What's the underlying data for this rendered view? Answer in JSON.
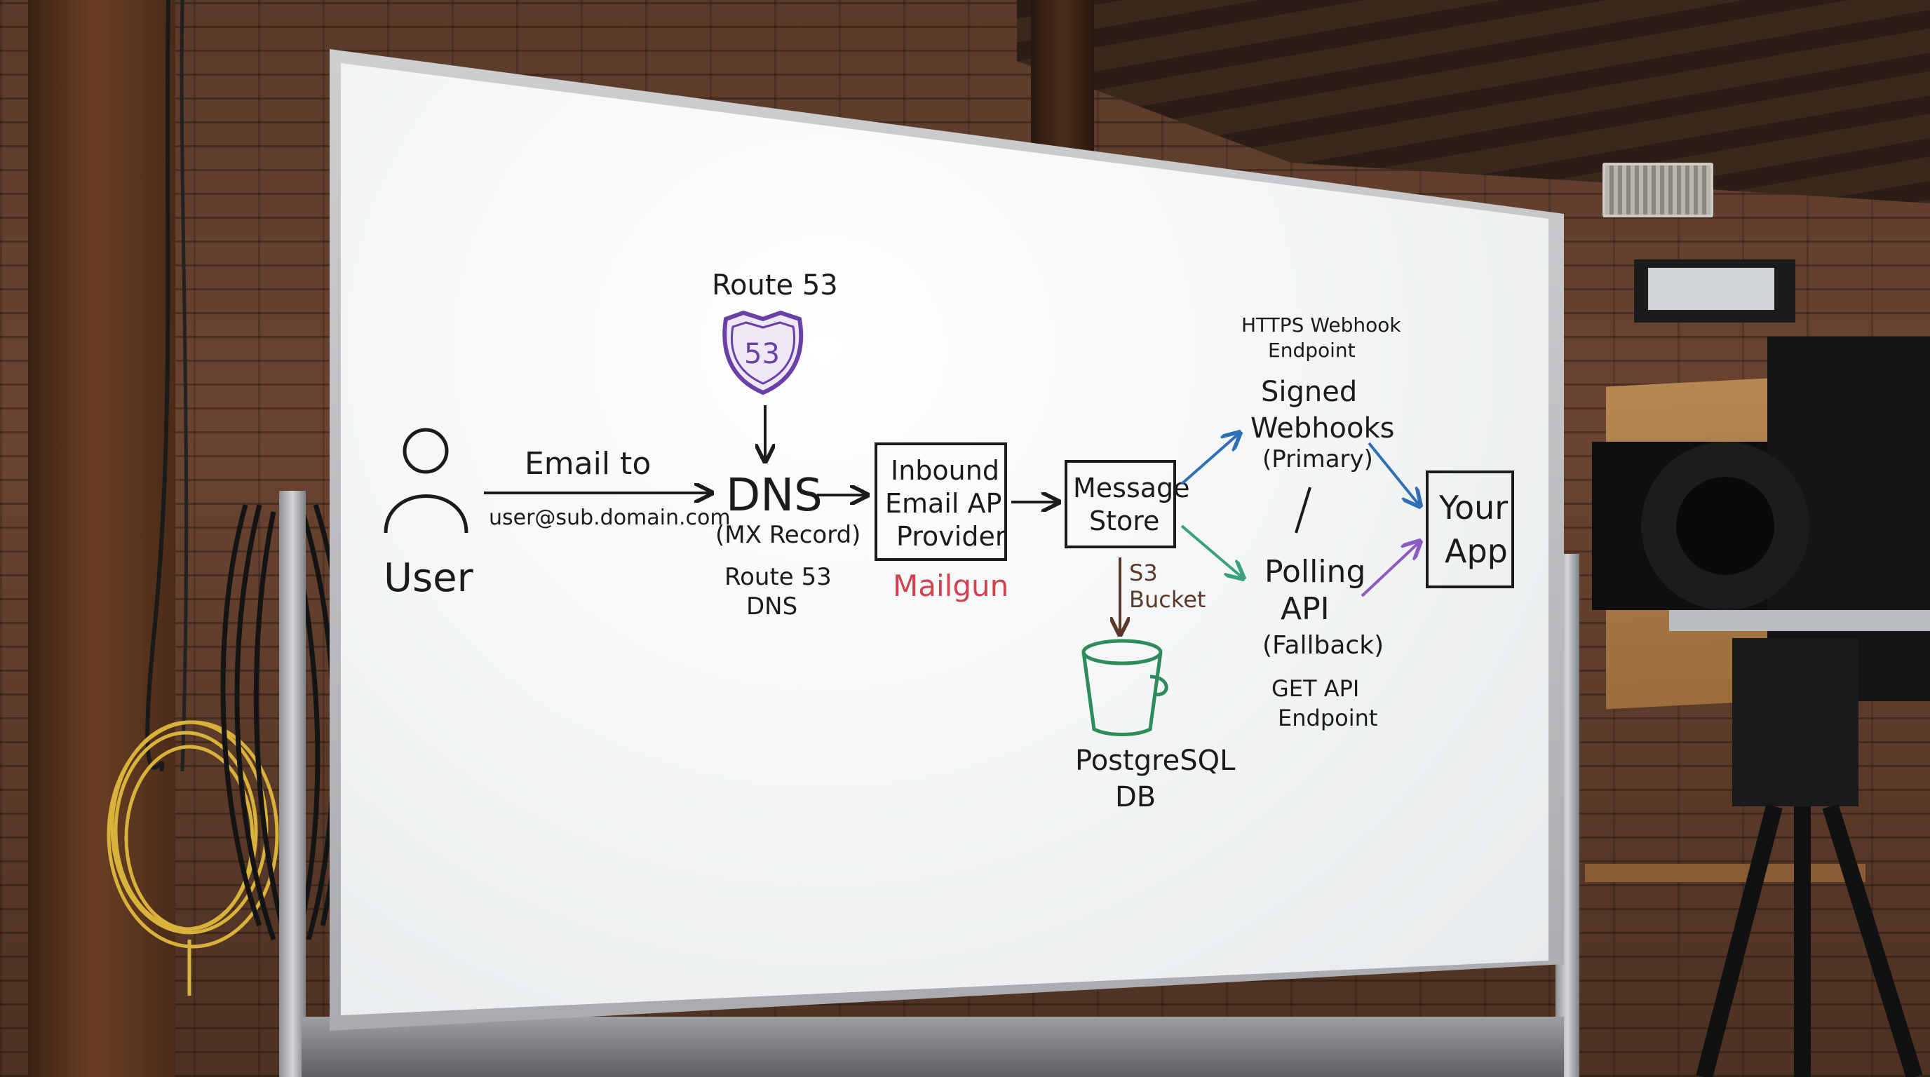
{
  "diagram": {
    "user_label": "User",
    "email_to_label": "Email to",
    "email_address": "user@sub.domain.com",
    "route53_top_label": "Route 53",
    "route53_badge": "53",
    "dns_label": "DNS",
    "mx_record_label": "(MX Record)",
    "route53_dns_line1": "Route 53",
    "route53_dns_line2": "DNS",
    "inbound_line1": "Inbound",
    "inbound_line2": "Email API",
    "inbound_line3": "Provider",
    "mailgun_label": "Mailgun",
    "message_store_line1": "Message",
    "message_store_line2": "Store",
    "s3_line1": "S3",
    "s3_line2": "Bucket",
    "postgres_line1": "PostgreSQL",
    "postgres_line2": "DB",
    "webhook_endpoint_line1": "HTTPS Webhook",
    "webhook_endpoint_line2": "Endpoint",
    "signed_line1": "Signed",
    "signed_line2": "Webhooks",
    "signed_line3": "(Primary)",
    "polling_line1": "Polling",
    "polling_line2": "API",
    "polling_line3": "(Fallback)",
    "get_api_line1": "GET API",
    "get_api_line2": "Endpoint",
    "your_app_line1": "Your",
    "your_app_line2": "App"
  },
  "colors": {
    "ink": "#1b1b1b",
    "route53_purple": "#6a3fa8",
    "mailgun_red": "#d2414f",
    "postgres_green": "#2e8b5a",
    "arrow_blue": "#2f6fb3",
    "arrow_teal": "#3aa27a",
    "arrow_purple": "#8a5bc0",
    "s3_brown": "#5a3a2a"
  }
}
